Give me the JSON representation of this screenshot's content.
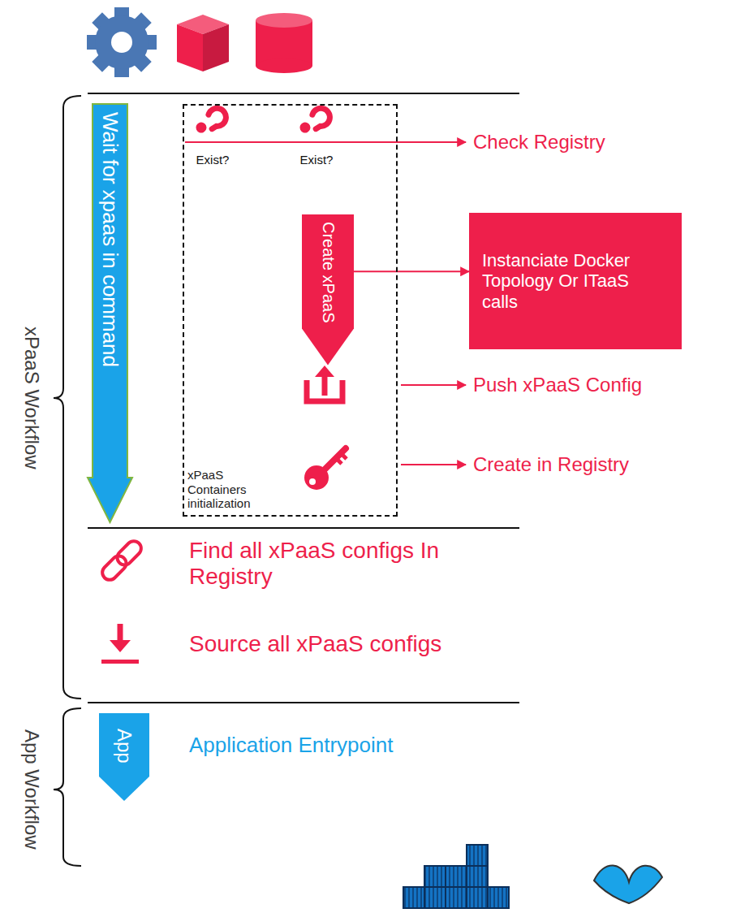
{
  "diagram": {
    "nodes": [
      {
        "text": [
          "Wait for xpaas in command"
        ]
      },
      {
        "text": [
          "xPaaS Containers initialization"
        ]
      },
      {
        "text": [
          "Create xPaaS"
        ],
        "in": 1
      },
      {
        "text": [
          "Instanciate Docker Topology Or ITaaS calls"
        ]
      },
      {
        "text": [
          "App"
        ]
      }
    ],
    "edges": [
      {
        "from": 2,
        "to": 3,
        "arrow": "to"
      }
    ],
    "labels": [
      "Exist?",
      "Exist?",
      "Check Registry",
      "Push xPaaS Config",
      "Create in Registry",
      "xPaaS Workflow",
      "Find all xPaaS configs In Registry",
      "Source all xPaaS configs",
      "App Workflow",
      "Application Entrypoint"
    ]
  }
}
